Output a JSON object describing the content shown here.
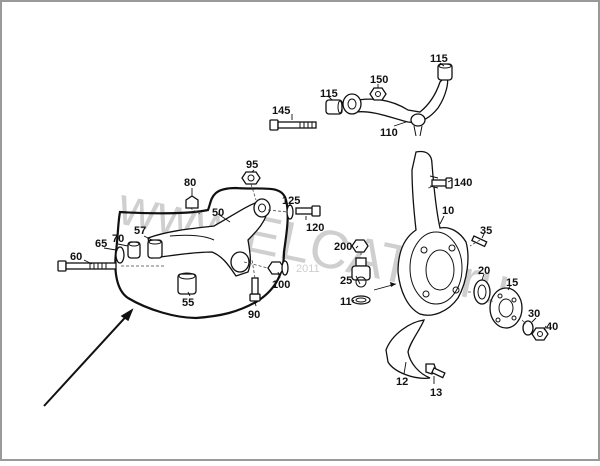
{
  "watermark": {
    "site": "www.ELCATS.ru",
    "year": "2011"
  },
  "callouts": [
    {
      "id": "c115a",
      "text": "115"
    },
    {
      "id": "c150",
      "text": "150"
    },
    {
      "id": "c145",
      "text": "145"
    },
    {
      "id": "c115b",
      "text": "115"
    },
    {
      "id": "c110",
      "text": "110"
    },
    {
      "id": "c95",
      "text": "95"
    },
    {
      "id": "c80",
      "text": "80"
    },
    {
      "id": "c50",
      "text": "50"
    },
    {
      "id": "c125",
      "text": "125"
    },
    {
      "id": "c120",
      "text": "120"
    },
    {
      "id": "c57",
      "text": "57"
    },
    {
      "id": "c70",
      "text": "70"
    },
    {
      "id": "c65",
      "text": "65"
    },
    {
      "id": "c60",
      "text": "60"
    },
    {
      "id": "c55",
      "text": "55"
    },
    {
      "id": "c100",
      "text": "100"
    },
    {
      "id": "c90",
      "text": "90"
    },
    {
      "id": "c140",
      "text": "140"
    },
    {
      "id": "c10",
      "text": "10"
    },
    {
      "id": "c35",
      "text": "35"
    },
    {
      "id": "c200",
      "text": "200"
    },
    {
      "id": "c25",
      "text": "25"
    },
    {
      "id": "c11",
      "text": "11"
    },
    {
      "id": "c20",
      "text": "20"
    },
    {
      "id": "c15",
      "text": "15"
    },
    {
      "id": "c30",
      "text": "30"
    },
    {
      "id": "c40",
      "text": "40"
    },
    {
      "id": "c12",
      "text": "12"
    },
    {
      "id": "c13",
      "text": "13"
    }
  ]
}
